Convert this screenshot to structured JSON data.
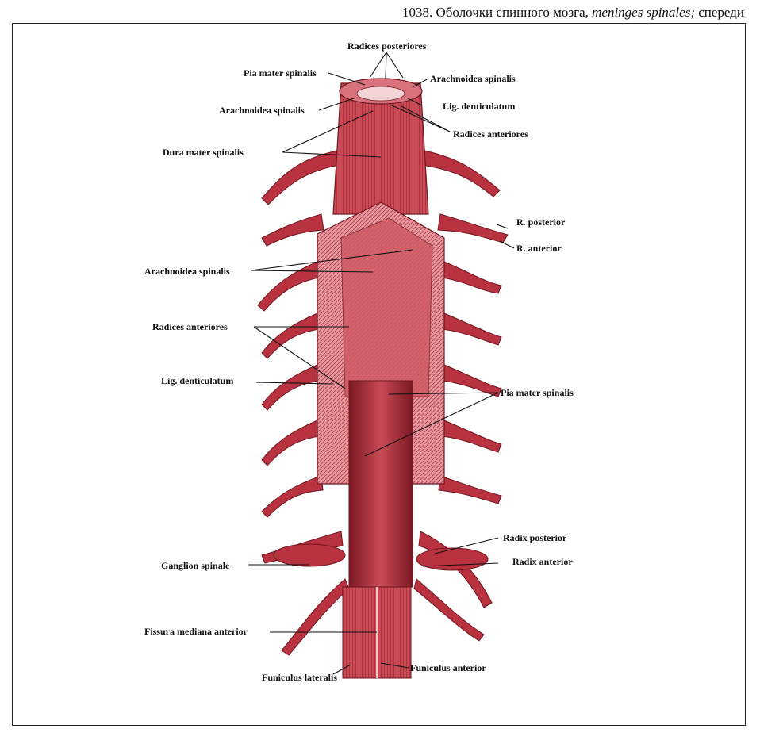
{
  "caption": {
    "number": "1038.",
    "title": "Оболочки спинного мозга,",
    "latin": "meninges spinales;",
    "view": "спереди"
  },
  "labels": {
    "radices_posteriores": "Radices posteriores",
    "pia_mater_top": "Pia mater spinalis",
    "arachnoidea_top_right": "Arachnoidea spinalis",
    "arachnoidea_top_left": "Arachnoidea spinalis",
    "lig_denticulatum_top": "Lig. denticulatum",
    "radices_anteriores_top": "Radices anteriores",
    "dura_mater": "Dura mater spinalis",
    "r_posterior": "R. posterior",
    "r_anterior": "R. anterior",
    "arachnoidea_mid": "Arachnoidea spinalis",
    "radices_anteriores_mid": "Radices anteriores",
    "lig_denticulatum_mid": "Lig. denticulatum",
    "pia_mater_mid": "Pia mater spinalis",
    "radix_posterior": "Radix posterior",
    "radix_anterior": "Radix anterior",
    "ganglion_spinale": "Ganglion spinale",
    "fissura_mediana": "Fissura mediana anterior",
    "funiculus_anterior": "Funiculus anterior",
    "funiculus_lateralis": "Funiculus lateralis"
  },
  "colors": {
    "tissue": "#b8323f",
    "tissue_dark": "#7a1822",
    "tissue_light": "#e9a7ad"
  }
}
